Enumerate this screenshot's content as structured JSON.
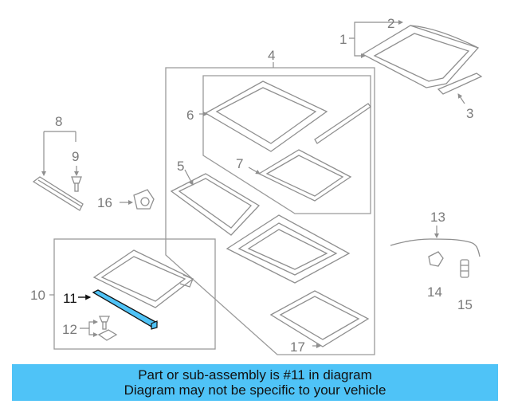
{
  "diagram": {
    "callouts": {
      "c1": "1",
      "c2": "2",
      "c3": "3",
      "c4": "4",
      "c5": "5",
      "c6": "6",
      "c7": "7",
      "c8": "8",
      "c9": "9",
      "c10": "10",
      "c11": "11",
      "c12": "12",
      "c13": "13",
      "c14": "14",
      "c15": "15",
      "c16": "16",
      "c17": "17"
    },
    "highlighted_part": "11",
    "highlight_color": "#4fc3f7"
  },
  "banner": {
    "line1": "Part or sub-assembly is #11 in diagram",
    "line2": "Diagram may not be specific to your vehicle",
    "background": "#4fc3f7"
  }
}
